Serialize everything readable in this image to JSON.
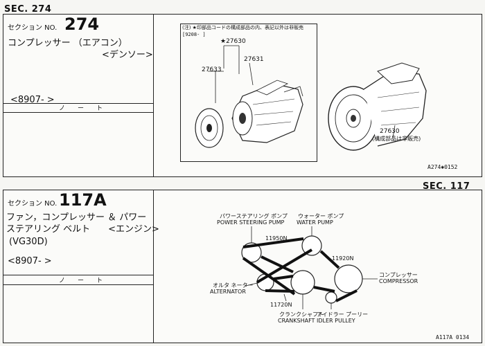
{
  "top": {
    "sec_header": "SEC. 274",
    "section_label": "セクション NO.",
    "section_number": "274",
    "title_line1": "コンプレッサー （エアコン）",
    "title_line2": "<デンソー>",
    "date_range": "<8907-        >",
    "note_label": "ノ　　ー　　ト",
    "diagram": {
      "note": "(注) ★印部品コードの構成部品の内、表記以外は非販売",
      "date_code": "[9208-        ]",
      "part_starred": "★27630",
      "part_a": "27631",
      "part_b": "27633",
      "part_c": "27630",
      "part_c_note": "(構成部品は非販売)",
      "figure_code": "A274✱0152"
    }
  },
  "bottom": {
    "sec_header": "SEC. 117",
    "section_label": "セクション NO.",
    "section_number": "117A",
    "title_line1": "ファン，コンプレッサー ＆ パワー",
    "title_line2": "ステアリング ベルト　　<エンジン>",
    "variant": "(VG30D)",
    "date_range": "<8907-      >",
    "note_label": "ノ　　ー　　ト",
    "diagram": {
      "ps_pump_jp": "パワーステアリング ポンプ",
      "ps_pump_en": "POWER STEERING PUMP",
      "water_pump_jp": "ウォーター ポンプ",
      "water_pump_en": "WATER PUMP",
      "belt_a": "11950N",
      "belt_b": "11920N",
      "belt_c": "11720N",
      "compressor_jp": "コンプレッサー",
      "compressor_en": "COMPRESSOR",
      "alternator_jp": "オルタ ネーター",
      "alternator_en": "ALTERNATOR",
      "crankshaft_jp": "クランクシャフト",
      "crankshaft_en": "CRANKSHAFT",
      "idler_jp": "アイドラー プーリー",
      "idler_en": "IDLER PULLEY",
      "figure_code": "A117A 0134"
    }
  }
}
